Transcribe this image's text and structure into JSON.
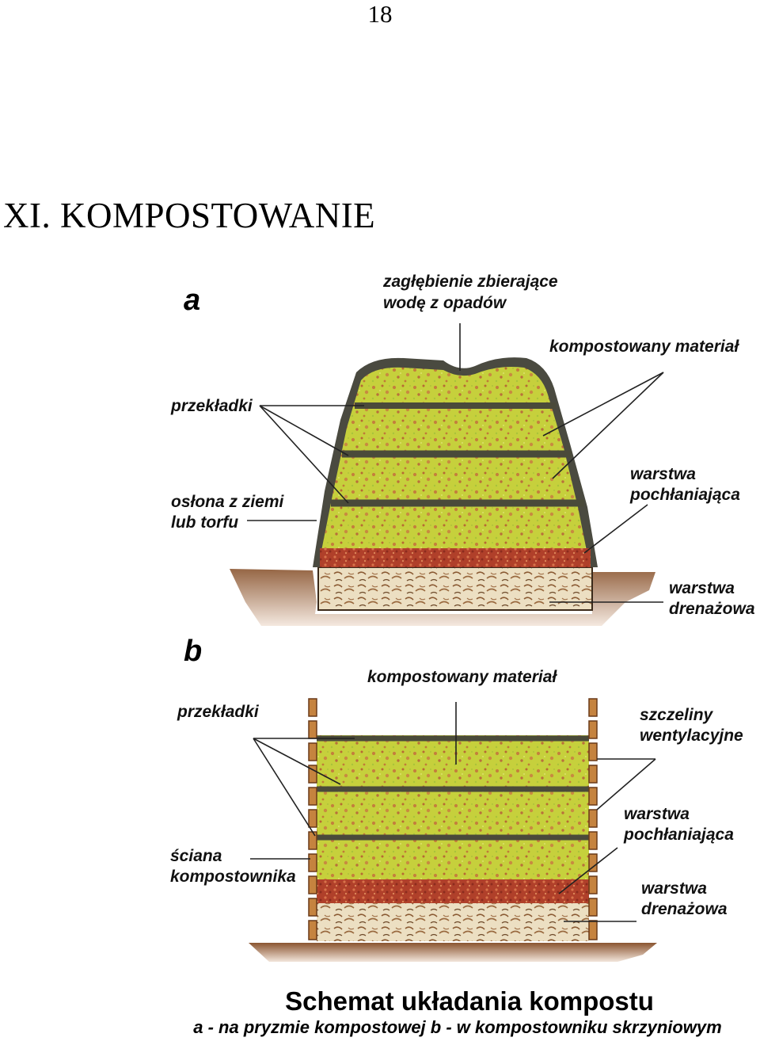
{
  "page_number": "18",
  "section_title": "XI. KOMPOSTOWANIE",
  "diagram_a": {
    "letter": "a",
    "labels": {
      "depression_line1": "zagłębienie zbierające",
      "depression_line2": "wodę z opadów",
      "composted_material": "kompostowany materiał",
      "spacers": "przekładki",
      "cover_line1": "osłona z ziemi",
      "cover_line2": "lub torfu",
      "absorbent_line1": "warstwa",
      "absorbent_line2": "pochłaniająca",
      "drainage_line1": "warstwa",
      "drainage_line2": "drenażowa"
    }
  },
  "diagram_b": {
    "letter": "b",
    "labels": {
      "composted_material": "kompostowany materiał",
      "spacers": "przekładki",
      "vents_line1": "szczeliny",
      "vents_line2": "wentylacyjne",
      "absorbent_line1": "warstwa",
      "absorbent_line2": "pochłaniająca",
      "wall_line1": "ściana",
      "wall_line2": "kompostownika",
      "drainage_line1": "warstwa",
      "drainage_line2": "drenażowa"
    }
  },
  "caption": {
    "title": "Schemat układania kompostu",
    "subtitle": "a - na pryzmie kompostowej b - w kompostowniku skrzyniowym"
  },
  "colors": {
    "compost": "#c4cf3e",
    "compost_dots": "#c27a3a",
    "absorbent": "#b8442c",
    "drainage": "#e9ddc0",
    "drainage_marks": "#8a5a33",
    "spacer": "#4a4a3a",
    "soil": "#7a4a2a",
    "wall": "#c88a4a"
  }
}
